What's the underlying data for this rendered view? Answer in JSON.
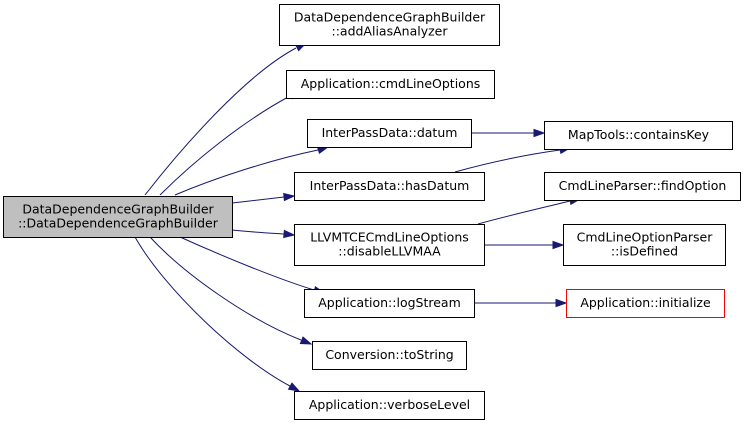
{
  "colors": {
    "edge": "#191970",
    "node_border": "#000000",
    "node_fill": "#ffffff",
    "root_fill": "#bfbfbf",
    "highlight_border": "#ff0000"
  },
  "nodes": [
    {
      "id": "root",
      "lines": [
        "DataDependenceGraphBuilder",
        "::DataDependenceGraphBuilder"
      ],
      "style": "root"
    },
    {
      "id": "addAliasAnalyzer",
      "lines": [
        "DataDependenceGraphBuilder",
        "::addAliasAnalyzer"
      ],
      "style": "normal"
    },
    {
      "id": "cmdLineOptions",
      "lines": [
        "Application::cmdLineOptions"
      ],
      "style": "normal"
    },
    {
      "id": "datum",
      "lines": [
        "InterPassData::datum"
      ],
      "style": "normal"
    },
    {
      "id": "hasDatum",
      "lines": [
        "InterPassData::hasDatum"
      ],
      "style": "normal"
    },
    {
      "id": "disableLLVMAA",
      "lines": [
        "LLVMTCECmdLineOptions",
        "::disableLLVMAA"
      ],
      "style": "normal"
    },
    {
      "id": "logStream",
      "lines": [
        "Application::logStream"
      ],
      "style": "normal"
    },
    {
      "id": "toString",
      "lines": [
        "Conversion::toString"
      ],
      "style": "normal"
    },
    {
      "id": "verboseLevel",
      "lines": [
        "Application::verboseLevel"
      ],
      "style": "normal"
    },
    {
      "id": "containsKey",
      "lines": [
        "MapTools::containsKey"
      ],
      "style": "normal"
    },
    {
      "id": "findOption",
      "lines": [
        "CmdLineParser::findOption"
      ],
      "style": "normal"
    },
    {
      "id": "isDefined",
      "lines": [
        "CmdLineOptionParser",
        "::isDefined"
      ],
      "style": "normal"
    },
    {
      "id": "initialize",
      "lines": [
        "Application::initialize"
      ],
      "style": "highlight"
    }
  ],
  "edges": [
    {
      "from": "root",
      "to": "addAliasAnalyzer"
    },
    {
      "from": "root",
      "to": "cmdLineOptions"
    },
    {
      "from": "root",
      "to": "datum"
    },
    {
      "from": "root",
      "to": "hasDatum"
    },
    {
      "from": "root",
      "to": "disableLLVMAA"
    },
    {
      "from": "root",
      "to": "logStream"
    },
    {
      "from": "root",
      "to": "toString"
    },
    {
      "from": "root",
      "to": "verboseLevel"
    },
    {
      "from": "datum",
      "to": "containsKey"
    },
    {
      "from": "hasDatum",
      "to": "containsKey"
    },
    {
      "from": "disableLLVMAA",
      "to": "findOption"
    },
    {
      "from": "disableLLVMAA",
      "to": "isDefined"
    },
    {
      "from": "logStream",
      "to": "initialize"
    }
  ]
}
